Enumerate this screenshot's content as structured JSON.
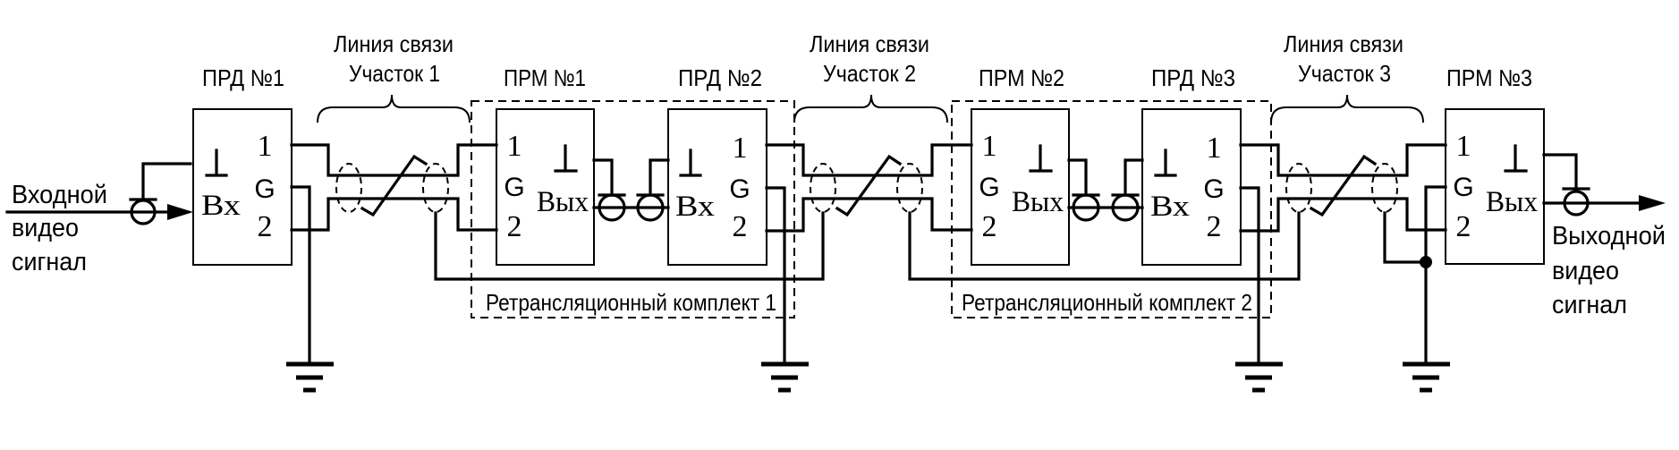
{
  "diagram": {
    "type": "video signal transmission line block diagram",
    "input_signal": [
      "Входной",
      "видео",
      "сигнал"
    ],
    "output_signal": [
      "Выходной",
      "видео",
      "сигнал"
    ],
    "blocks": [
      {
        "id": "tx1",
        "label": "ПРД №1",
        "kind": "transmitter",
        "io_label": "Вх",
        "ground_symbol": "⊥",
        "port1": "1",
        "portG": "G",
        "port2": "2"
      },
      {
        "id": "rx1",
        "label": "ПРМ №1",
        "kind": "receiver",
        "io_label": "Вых",
        "ground_symbol": "⊥",
        "port1": "1",
        "portG": "G",
        "port2": "2"
      },
      {
        "id": "tx2",
        "label": "ПРД №2",
        "kind": "transmitter",
        "io_label": "Вх",
        "ground_symbol": "⊥",
        "port1": "1",
        "portG": "G",
        "port2": "2"
      },
      {
        "id": "rx2",
        "label": "ПРМ №2",
        "kind": "receiver",
        "io_label": "Вых",
        "ground_symbol": "⊥",
        "port1": "1",
        "portG": "G",
        "port2": "2"
      },
      {
        "id": "tx3",
        "label": "ПРД №3",
        "kind": "transmitter",
        "io_label": "Вх",
        "ground_symbol": "⊥",
        "port1": "1",
        "portG": "G",
        "port2": "2"
      },
      {
        "id": "rx3",
        "label": "ПРМ №3",
        "kind": "receiver",
        "io_label": "Вых",
        "ground_symbol": "⊥",
        "port1": "1",
        "portG": "G",
        "port2": "2"
      }
    ],
    "links": [
      {
        "line1": "Линия связи",
        "line2": "Участок 1"
      },
      {
        "line1": "Линия связи",
        "line2": "Участок 2"
      },
      {
        "line1": "Линия связи",
        "line2": "Участок 3"
      }
    ],
    "relay_kits": [
      {
        "label": "Ретрансляционный комплект 1"
      },
      {
        "label": "Ретрансляционный комплект 2"
      }
    ],
    "grounds": [
      "ground",
      "ground",
      "ground",
      "ground"
    ]
  }
}
